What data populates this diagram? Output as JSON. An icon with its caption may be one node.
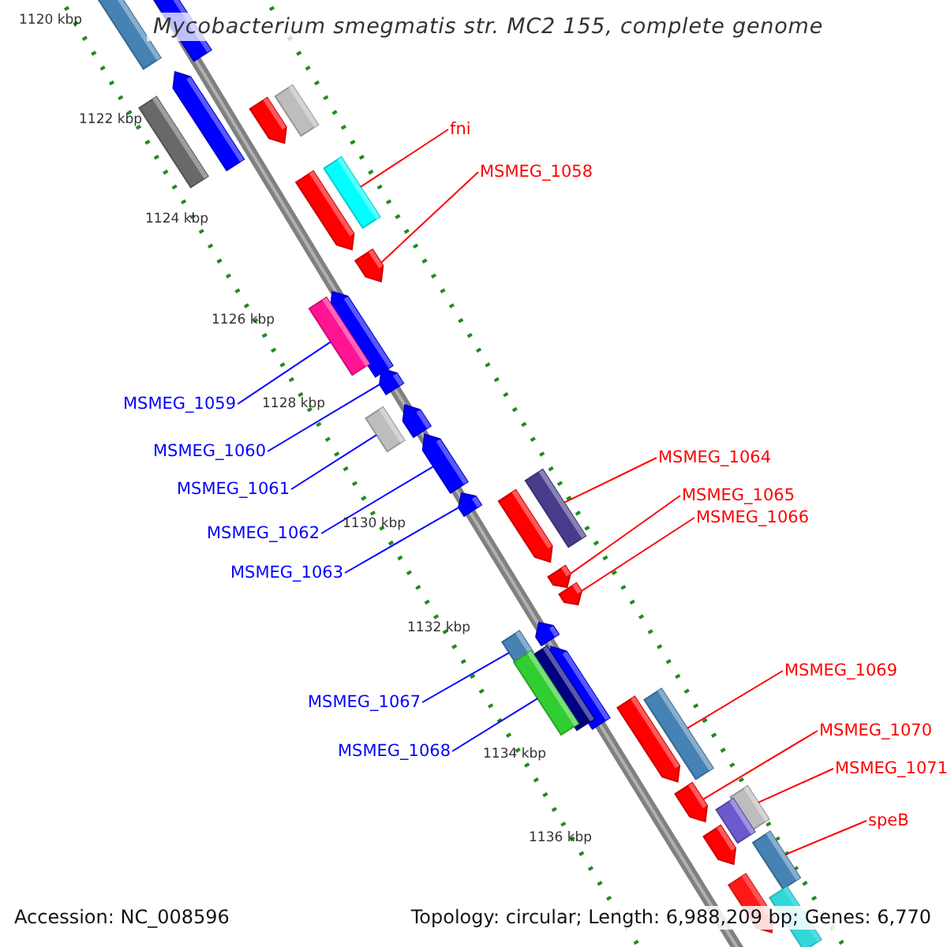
{
  "diagram": {
    "title": "Mycobacterium smegmatis str. MC2 155, complete genome",
    "nodes": [
      {
        "text": [
          "fni"
        ]
      },
      {
        "text": [
          "MSMEG_1058"
        ]
      },
      {
        "text": [
          "MSMEG_1059"
        ]
      },
      {
        "text": [
          "MSMEG_1060"
        ]
      },
      {
        "text": [
          "MSMEG_1061"
        ]
      },
      {
        "text": [
          "MSMEG_1062"
        ]
      },
      {
        "text": [
          "MSMEG_1063"
        ]
      },
      {
        "text": [
          "MSMEG_1064"
        ]
      },
      {
        "text": [
          "MSMEG_1065"
        ]
      },
      {
        "text": [
          "MSMEG_1066"
        ]
      },
      {
        "text": [
          "MSMEG_1067"
        ]
      },
      {
        "text": [
          "MSMEG_1068"
        ]
      },
      {
        "text": [
          "MSMEG_1069"
        ]
      },
      {
        "text": [
          "MSMEG_1070"
        ]
      },
      {
        "text": [
          "MSMEG_1071"
        ]
      },
      {
        "text": [
          "speB"
        ]
      },
      {
        "text": [],
        "shape": "bar"
      },
      {
        "text": [],
        "shape": "arrow"
      },
      {
        "text": [],
        "shape": "arrow"
      },
      {
        "text": [],
        "shape": "bar"
      },
      {
        "text": [],
        "shape": "arrow"
      },
      {
        "text": [],
        "shape": "bar"
      },
      {
        "text": [],
        "shape": "bar"
      },
      {
        "text": [],
        "shape": "arrow"
      },
      {
        "text": [],
        "shape": "arrow"
      },
      {
        "text": [],
        "shape": "arrow"
      },
      {
        "text": [],
        "shape": "bar"
      },
      {
        "text": [],
        "shape": "arrow"
      },
      {
        "text": [],
        "shape": "arrow"
      },
      {
        "text": [],
        "shape": "bar"
      },
      {
        "text": [],
        "shape": "arrow"
      },
      {
        "text": [],
        "shape": "arrow"
      },
      {
        "text": [],
        "shape": "bar"
      },
      {
        "text": [],
        "shape": "arrow"
      },
      {
        "text": [],
        "shape": "arrow"
      },
      {
        "text": [],
        "shape": "arrow"
      },
      {
        "text": [],
        "shape": "arrow"
      },
      {
        "text": [],
        "shape": "bar"
      },
      {
        "text": [],
        "shape": "arrow"
      },
      {
        "text": [],
        "shape": "bar"
      },
      {
        "text": [],
        "shape": "bar"
      },
      {
        "text": [],
        "shape": "bar"
      },
      {
        "text": [],
        "shape": "arrow"
      },
      {
        "text": [],
        "shape": "arrow"
      },
      {
        "text": [],
        "shape": "bar"
      },
      {
        "text": [],
        "shape": "bar"
      },
      {
        "text": [],
        "shape": "arrow"
      },
      {
        "text": [],
        "shape": "bar"
      },
      {
        "text": [],
        "shape": "arrow"
      },
      {
        "text": [],
        "shape": "bar"
      }
    ],
    "edges": [
      {
        "from": 0,
        "to": 22,
        "arrow": "none"
      },
      {
        "from": 1,
        "to": 24,
        "arrow": "none"
      },
      {
        "from": 2,
        "to": 26,
        "arrow": "none",
        "color": "#0000ff"
      },
      {
        "from": 3,
        "to": 27,
        "arrow": "none",
        "color": "#0000ff"
      },
      {
        "from": 4,
        "to": 29,
        "arrow": "none",
        "color": "#0000ff"
      },
      {
        "from": 5,
        "to": 30,
        "arrow": "none",
        "color": "#0000ff"
      },
      {
        "from": 6,
        "to": 31,
        "arrow": "none",
        "color": "#0000ff"
      },
      {
        "from": 7,
        "to": 32,
        "arrow": "none"
      },
      {
        "from": 8,
        "to": 34,
        "arrow": "none"
      },
      {
        "from": 9,
        "to": 35,
        "arrow": "none"
      },
      {
        "from": 10,
        "to": 37,
        "arrow": "none",
        "color": "#0000ff"
      },
      {
        "from": 11,
        "to": 40,
        "arrow": "none",
        "color": "#0000ff"
      },
      {
        "from": 12,
        "to": 41,
        "arrow": "none"
      },
      {
        "from": 13,
        "to": 43,
        "arrow": "none"
      },
      {
        "from": 14,
        "to": 44,
        "arrow": "none"
      },
      {
        "from": 15,
        "to": 47,
        "arrow": "none"
      }
    ],
    "labels": [
      "1120 kbp",
      "1122 kbp",
      "1124 kbp",
      "1126 kbp",
      "1128 kbp",
      "1130 kbp",
      "1132 kbp",
      "1134 kbp",
      "1136 kbp",
      "Accession: NC_008596",
      "Topology: circular; Length: 6,988,209 bp; Genes: 6,770"
    ]
  }
}
